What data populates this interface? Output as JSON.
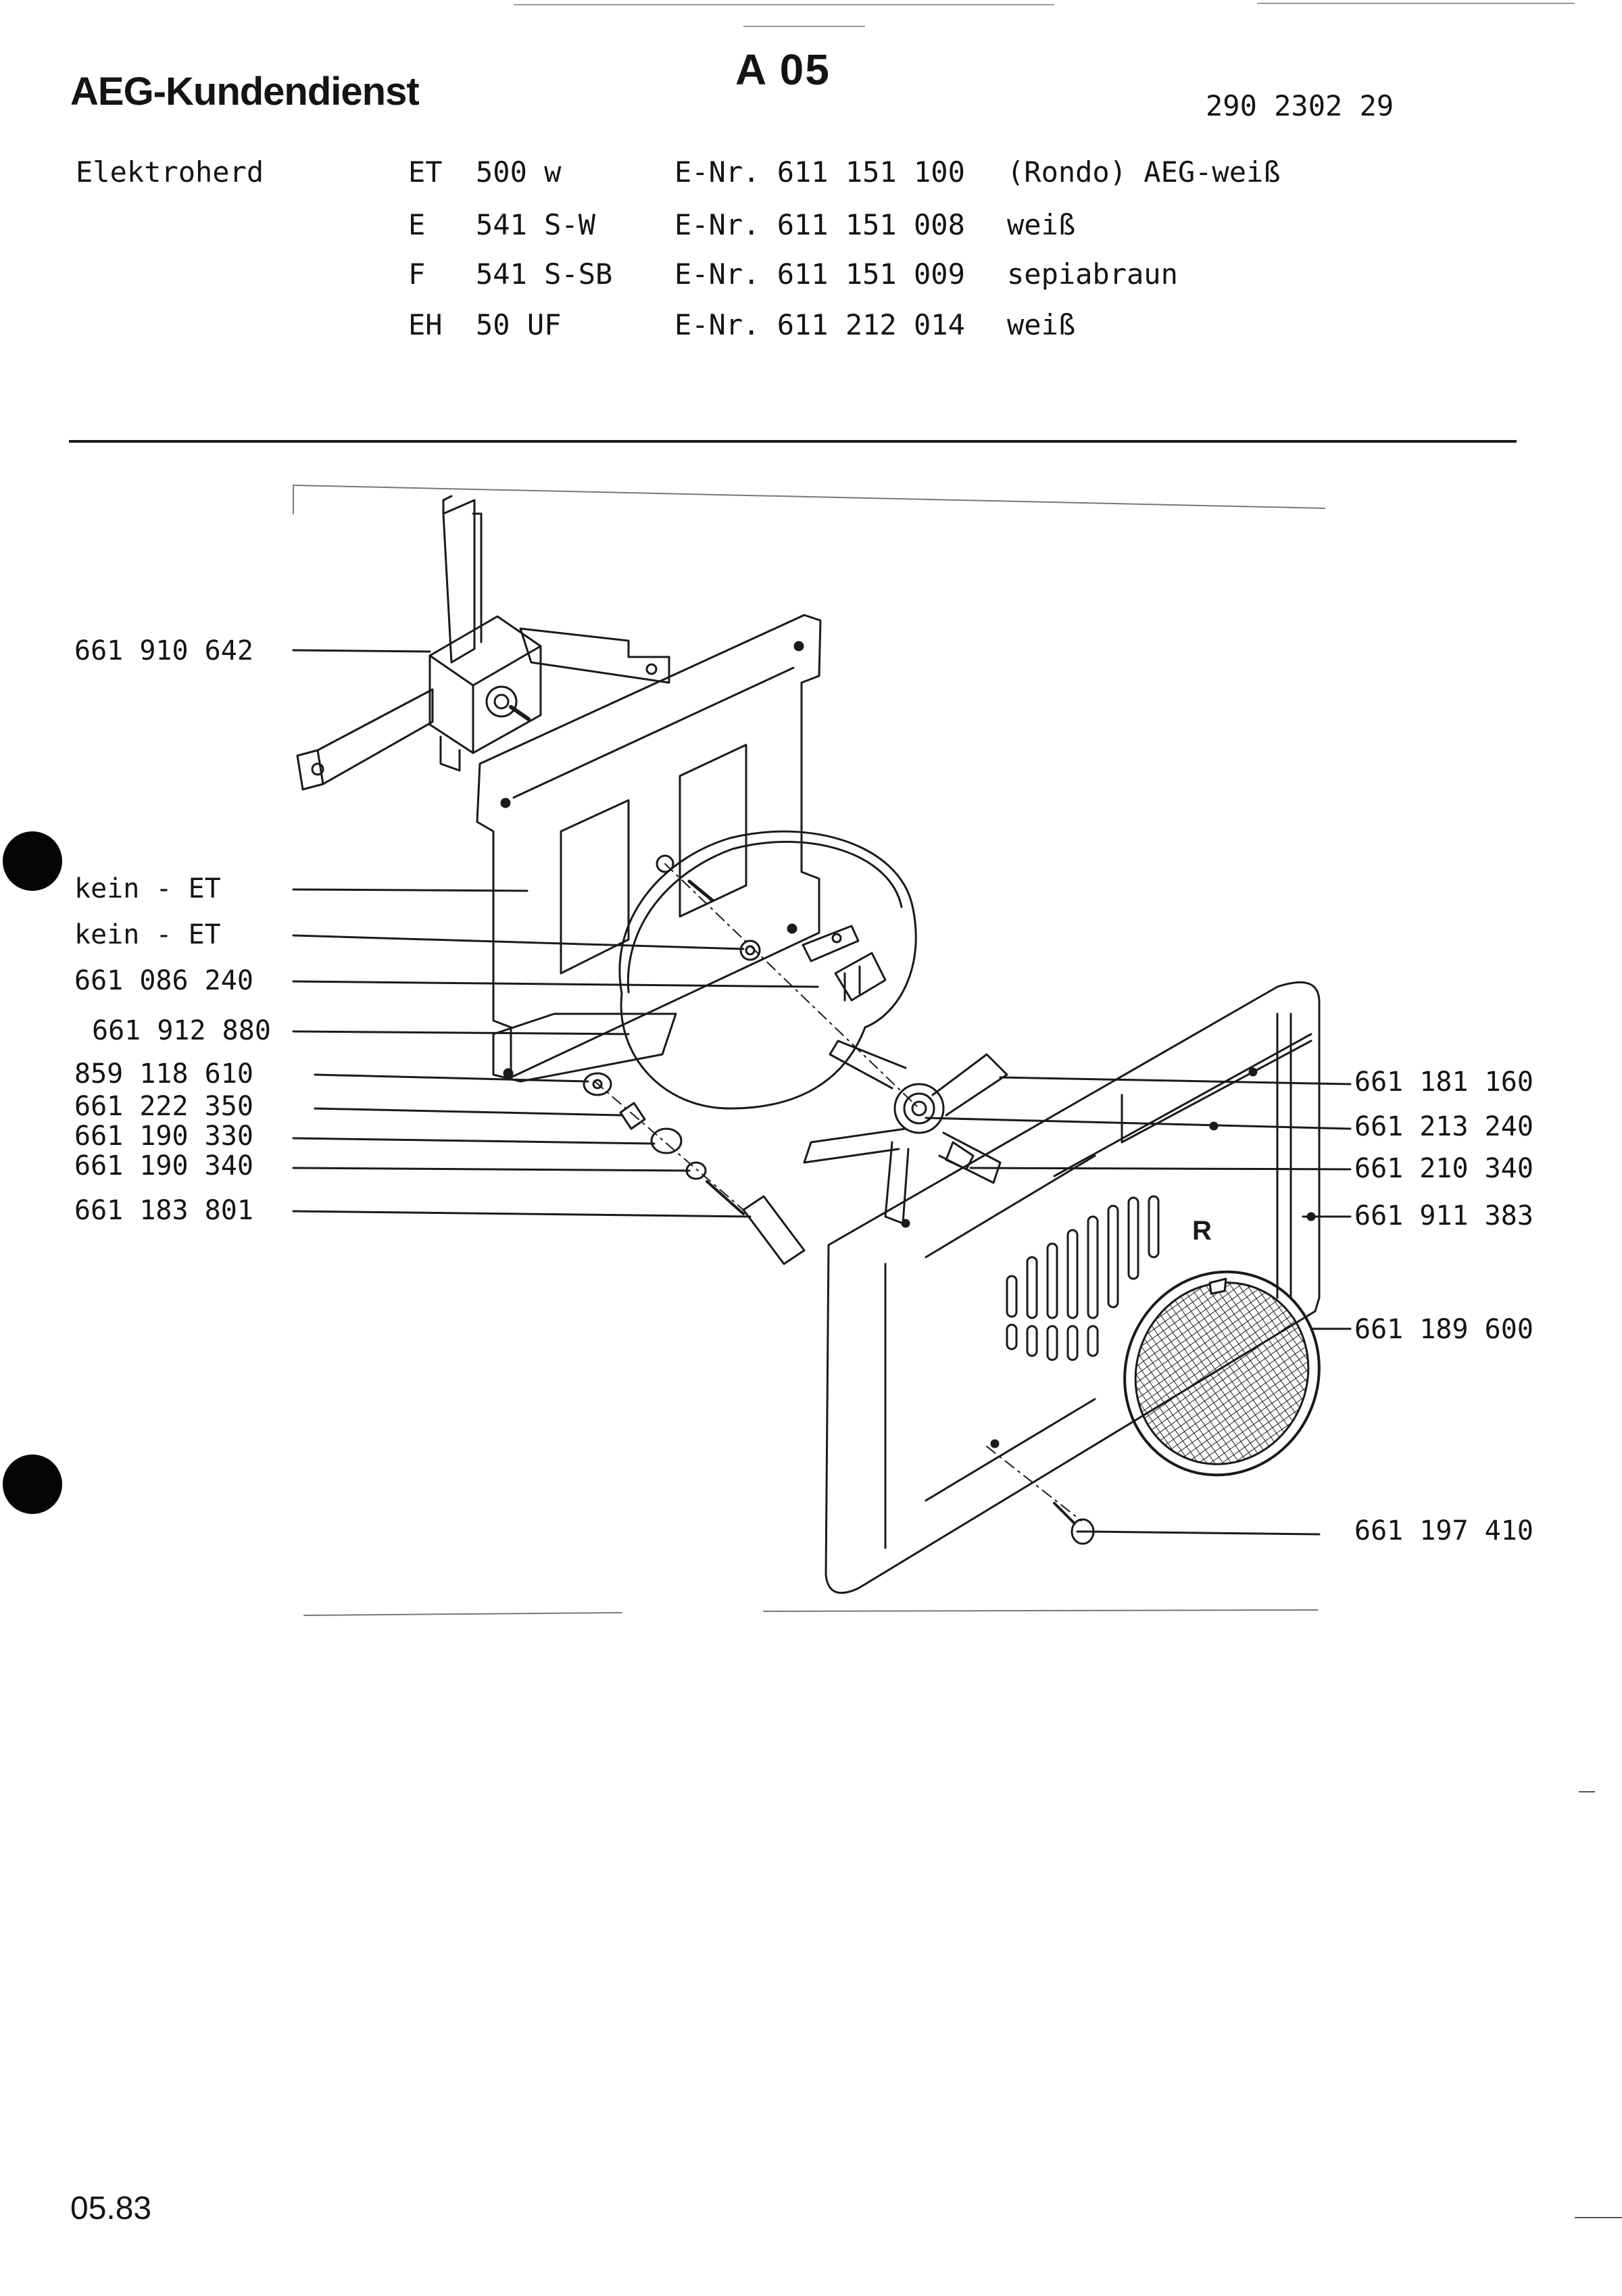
{
  "header": {
    "brand": "AEG-Kundendienst",
    "page_id": "A 05",
    "doc_number": "290 2302 29"
  },
  "appliance": "Elektroherd",
  "models": [
    {
      "series": "ET",
      "model": "500 w",
      "enr": "E-Nr. 611 151 100",
      "variant": "(Rondo)  AEG-weiß"
    },
    {
      "series": "E",
      "model": "541 S-W",
      "enr": "E-Nr. 611 151 008",
      "variant": "weiß"
    },
    {
      "series": "F",
      "model": "541 S-SB",
      "enr": "E-Nr. 611 151 009",
      "variant": "sepiabraun"
    },
    {
      "series": "EH",
      "model": "50  UF",
      "enr": "E-Nr. 611 212 014",
      "variant": "weiß"
    }
  ],
  "parts_left": [
    "661 910 642",
    "kein - ET",
    "kein - ET",
    "661 086 240",
    "661 912 880",
    "859 118 610",
    "661 222 350",
    "661 190 330",
    "661 190 340",
    "661 183 801"
  ],
  "parts_right": [
    "661 181 160",
    "661 213 240",
    "661 210 340",
    "661 911 383",
    "661 189 600",
    "661 197 410"
  ],
  "diagram_marker": "R",
  "footer": {
    "date": "05.83"
  },
  "colors": {
    "ink": "#141414",
    "paper": "#ffffff",
    "punch_hole": "#050505"
  }
}
